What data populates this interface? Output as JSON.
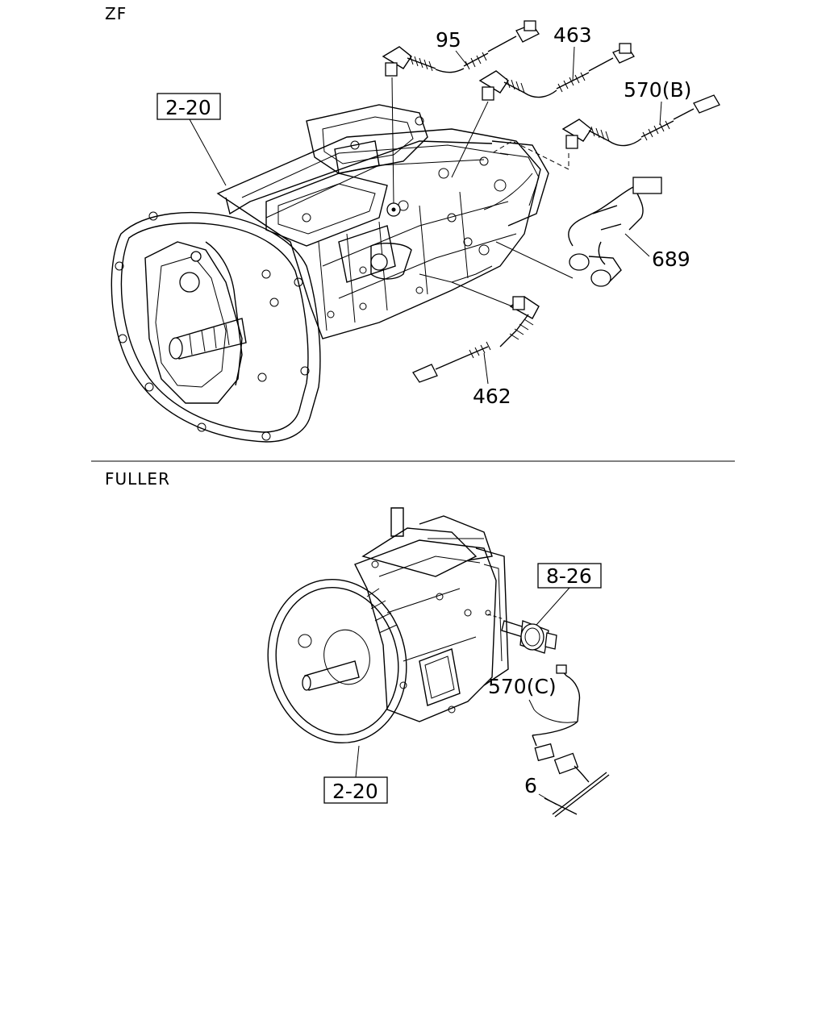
{
  "sections": {
    "zf": {
      "title": "ZF",
      "ref_box": "2-20",
      "callouts": {
        "c95": "95",
        "c463": "463",
        "c570b": "570(B)",
        "c689": "689",
        "c462": "462"
      }
    },
    "fuller": {
      "title": "FULLER",
      "ref_box_top": "8-26",
      "ref_box_bottom": "2-20",
      "callouts": {
        "c570c": "570(C)",
        "c6": "6"
      }
    }
  }
}
